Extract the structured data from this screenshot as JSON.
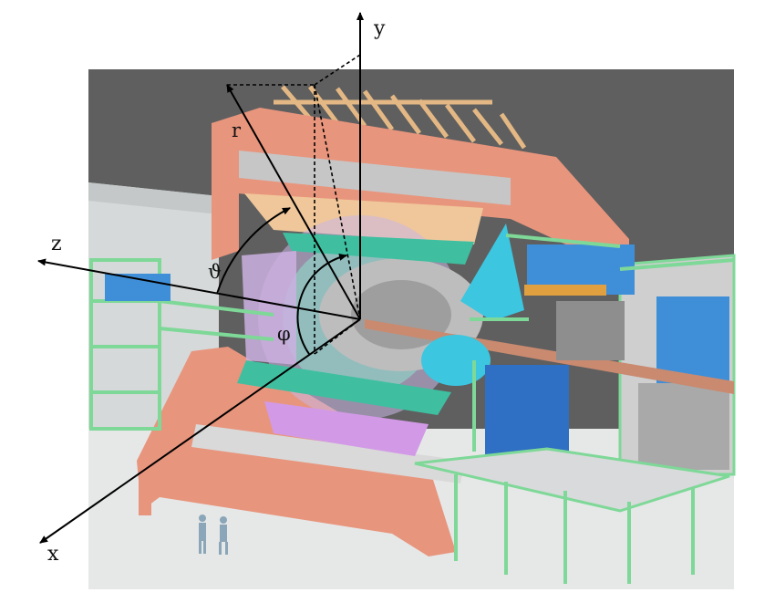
{
  "figure": {
    "axis_labels": {
      "y": "y",
      "z": "z",
      "x": "x",
      "r": "r",
      "theta": "ϑ",
      "phi": "φ"
    },
    "colors": {
      "background_dark": "#5f5f5f",
      "floor": "#e6e8e8",
      "magnet_yoke": "#e8957d",
      "support_green": "#7ed897",
      "detector_blue": "#3f8fd8",
      "cyan": "#3cc6e0",
      "tracker_gray": "#bdbdbd",
      "calorimeter_teal": "#3fbfa0",
      "violet": "#c79ae6",
      "wood": "#e4b884",
      "axes": "#000000"
    }
  }
}
